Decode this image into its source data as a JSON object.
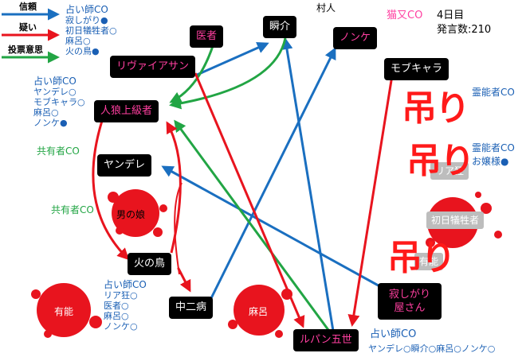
{
  "legend": {
    "trust": "信頼",
    "doubt": "疑い",
    "vote": "投票意思"
  },
  "header": {
    "villager": "村人",
    "nekomata_co": "猫又CO",
    "day": "4日目",
    "post_count": "発言数:210"
  },
  "nodes": {
    "isha": "医者",
    "shunsuke": "瞬介",
    "nonke": "ノンケ",
    "rivaiasan": "リヴァイアサン",
    "mobukyara": "モブキャラ",
    "jinrou": "人狼上級者",
    "yandere": "ヤンデレ",
    "hinotori": "火の鳥",
    "chuunibyou": "中二病",
    "lupin": "ルパン五世",
    "sabishigari_line1": "寂しがり",
    "sabishigari_line2": "屋さん"
  },
  "dead": {
    "otokonoko": "男の娘",
    "yuunou": "有能",
    "maro": "麻呂",
    "shonichi": "初日犠牲者"
  },
  "hanged": {
    "mark1": "吊り",
    "mark2": "吊り",
    "mark3": "吊り",
    "behind1": "リア狂",
    "behind2": "有能"
  },
  "labels": {
    "top_left": [
      "占い師CO",
      "寂しがり●",
      "初日犠牲者○",
      "麻呂○",
      "火の鳥●"
    ],
    "jinrou_notes": [
      "占い師CO",
      "ヤンデレ○",
      "モブキャラ○",
      "麻呂○",
      "ノンケ●"
    ],
    "kyouyuu1": "共有者CO",
    "kyouyuu2": "共有者CO",
    "reinou1": "霊能者CO",
    "reinou2_title": "霊能者CO",
    "reinou2_sub": "お嬢様●",
    "chuuni_notes": [
      "占い師CO",
      "リア狂○",
      "医者○",
      "麻呂○",
      "ノンケ○"
    ],
    "lupin_title": "占い師CO",
    "lupin_results": "ヤンデレ○瞬介○麻呂○ノンケ○"
  },
  "colors": {
    "trust": "#1a6fc0",
    "doubt": "#e8141e",
    "vote": "#22a544",
    "blood": "#e8141e"
  }
}
